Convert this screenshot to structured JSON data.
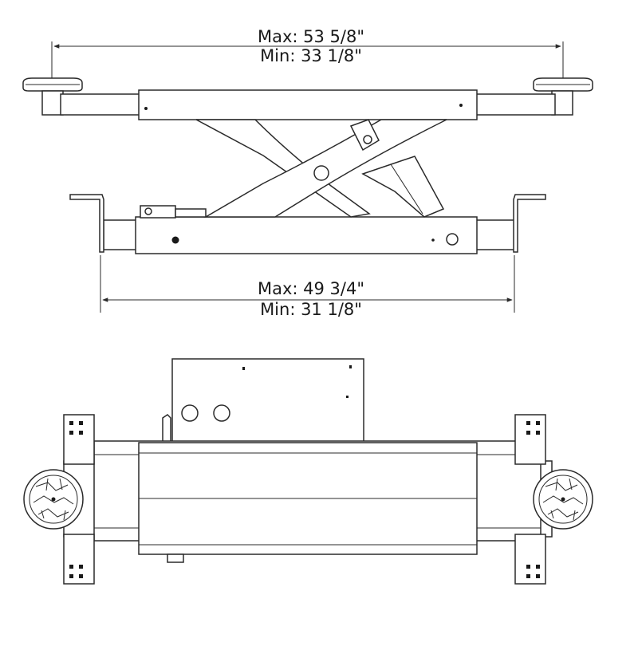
{
  "dimensions": {
    "top": {
      "max": "Max: 53 5/8\"",
      "min": "Min: 33 1/8\""
    },
    "bottom": {
      "max": "Max: 49 3/4\"",
      "min": "Min: 31 1/8\""
    }
  },
  "colors": {
    "line": "#2a2a2a",
    "background": "#ffffff"
  }
}
